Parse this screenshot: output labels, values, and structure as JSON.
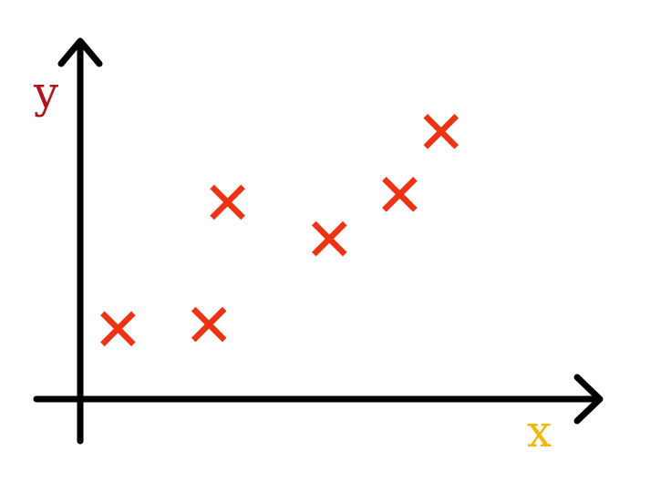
{
  "chart_data": {
    "type": "scatter",
    "title": "",
    "xlabel": "x",
    "ylabel": "y",
    "xlim": [
      0,
      10
    ],
    "ylim": [
      0,
      10
    ],
    "grid": false,
    "ticks": false,
    "marker": "x",
    "series": [
      {
        "points": [
          {
            "x": 0.73,
            "y": 1.98
          },
          {
            "x": 2.49,
            "y": 2.1
          },
          {
            "x": 2.85,
            "y": 5.54
          },
          {
            "x": 4.82,
            "y": 4.51
          },
          {
            "x": 6.18,
            "y": 5.76
          },
          {
            "x": 6.98,
            "y": 7.53
          }
        ]
      }
    ],
    "colors": {
      "axes": "#000000",
      "markers": "#ee3314",
      "xlabel": "#f2b705",
      "ylabel": "#b3141b"
    }
  }
}
